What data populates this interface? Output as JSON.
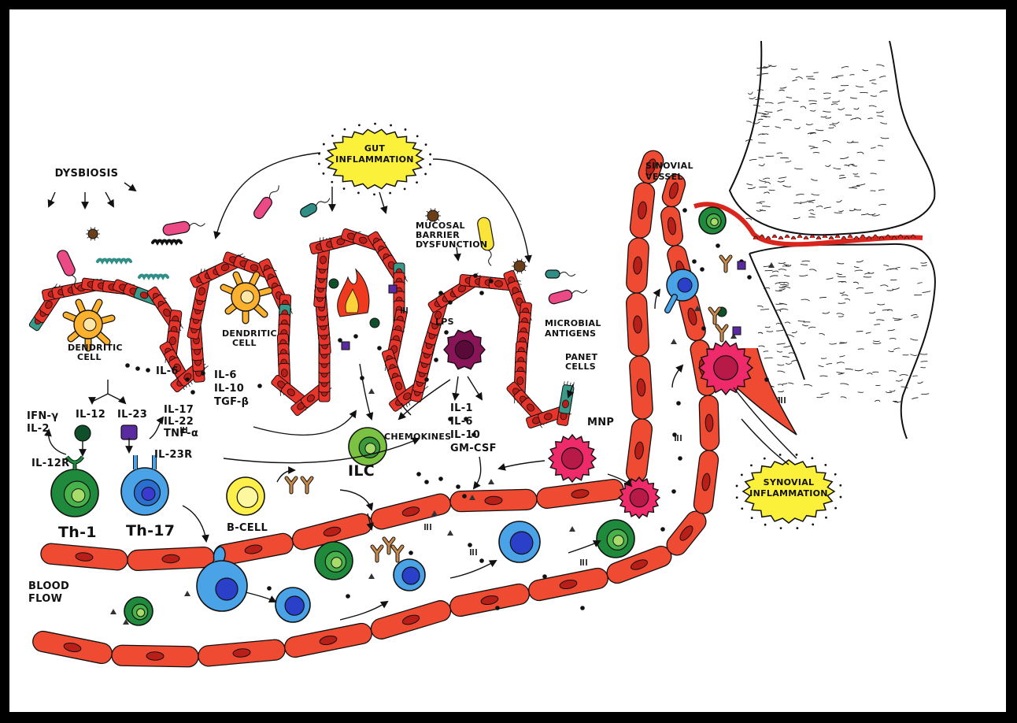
{
  "labels": {
    "dysbiosis": "DYSBIOSIS",
    "gut_inflammation_1": "GUT",
    "gut_inflammation_2": "INFLAMMATION",
    "mucosal_1": "MUCOSAL",
    "mucosal_2": "BARRIER",
    "mucosal_3": "DYSFUNCTION",
    "lps": "LPS",
    "microbial_1": "MICROBIAL",
    "microbial_2": "ANTIGENS",
    "paneth_1": "PANET",
    "paneth_2": "CELLS",
    "dendritic_left_1": "DENDRITIC",
    "dendritic_left_2": "CELL",
    "dendritic_mid_1": "DENDRITIC",
    "dendritic_mid_2": "CELL",
    "il6_left": "IL-6",
    "il6_mid": "IL-6",
    "il10_mid": "IL-10",
    "tgfb_mid": "TGF-β",
    "il12": "IL-12",
    "il23": "IL-23",
    "ifng": "IFN-γ",
    "il2": "IL-2",
    "il17": "IL-17",
    "il22": "IL-22",
    "tnfa": "TNF-α",
    "il12r": "IL-12R",
    "il23r": "IL-23R",
    "th1": "Th-1",
    "th17": "Th-17",
    "bcell": "B-CELL",
    "ilc": "ILC",
    "chemokines": "CHEMOKINES",
    "il1_r": "IL-1",
    "il6_r": "IL-6",
    "il10_r": "IL-10",
    "gmcsf": "GM-CSF",
    "mnp": "MNP",
    "blood_1": "BLOOD",
    "blood_2": "FLOW",
    "sinovial_1": "SINOVIAL",
    "sinovial_2": "VESSEL",
    "synovial_1": "SYNOVIAL",
    "synovial_2": "INFLAMMATION"
  },
  "colors": {
    "epithelium": "#e8342a",
    "epithelium_dark": "#b81f18",
    "vessel": "#ef4a32",
    "gut_burst": "#fbf03a",
    "th1": "#1f8a3c",
    "th17": "#4aa3e6",
    "bcell": "#fdf04a",
    "ilc": "#7cc242",
    "mnp": "#ef2a6a",
    "macrophage": "#8a1458",
    "dendritic": "#fbb12e",
    "il12_dot": "#0f4f2a",
    "il23_sq": "#5a2aa0",
    "antibody": "#c98a4a",
    "bacteria_pink": "#ec4a86",
    "bacteria_teal": "#2f8f86",
    "bacteria_brown": "#6b3e1a"
  }
}
